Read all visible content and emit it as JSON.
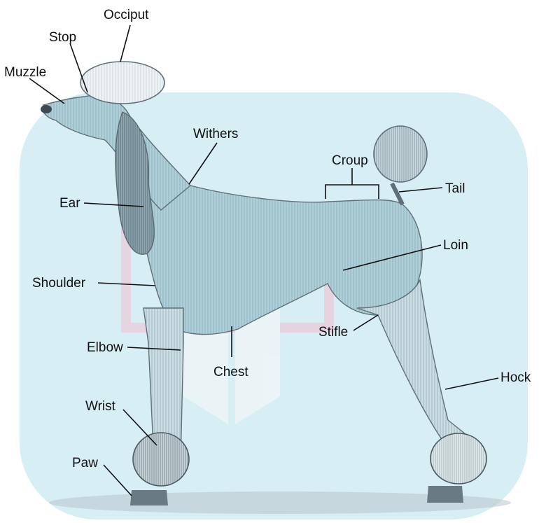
{
  "diagram": {
    "background_color": "#d6eef4",
    "watermark_color": "#e9cfdc",
    "dog_fill": "#aed0da",
    "sketch_color": "#5f6f78",
    "labels": {
      "occiput": "Occiput",
      "stop": "Stop",
      "muzzle": "Muzzle",
      "withers": "Withers",
      "croup": "Croup",
      "tail": "Tail",
      "ear": "Ear",
      "loin": "Loin",
      "shoulder": "Shoulder",
      "stifle": "Stifle",
      "elbow": "Elbow",
      "chest": "Chest",
      "hock": "Hock",
      "wrist": "Wrist",
      "paw": "Paw"
    }
  }
}
